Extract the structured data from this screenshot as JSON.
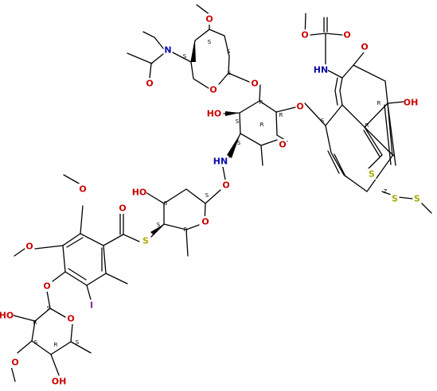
{
  "molecule": {
    "atom_labels": {
      "methoxy_o_top": "O",
      "amide_n": "N",
      "acetyl_o": "O",
      "ring1_o": "O",
      "glyco_o_1": "O",
      "carbamate_o_ester": "O",
      "carbamate_o": "O",
      "carbamate_nh": "HN",
      "ketone_o": "O",
      "oh_core": "OH",
      "glyco_o_2": "O",
      "oh_sugar2": "HO",
      "ring2_o": "O",
      "hydroxylamine_nh": "HN",
      "hydroxylamine_o": "O",
      "oh_sugar3": "HO",
      "ring3_o": "O",
      "thioester_o": "O",
      "thioester_s": "S",
      "core_s": "S",
      "trisulfide_s1": "S",
      "trisulfide_s2": "S",
      "aryl_ome_1": "O",
      "aryl_ome_2": "O",
      "aryl_o_glyco": "O",
      "aryl_i": "I",
      "oh_sugar4a": "HO",
      "ring4_o": "O",
      "ome_sugar4": "O",
      "oh_sugar4b": "OH"
    },
    "stereo_labels": [
      "S",
      "S",
      "S",
      "S",
      "R",
      "R",
      "S",
      "R",
      "S",
      "S",
      "R",
      "R",
      "Z",
      "S",
      "S",
      "S",
      "R",
      "S",
      "R",
      "S",
      "R",
      "S"
    ]
  }
}
